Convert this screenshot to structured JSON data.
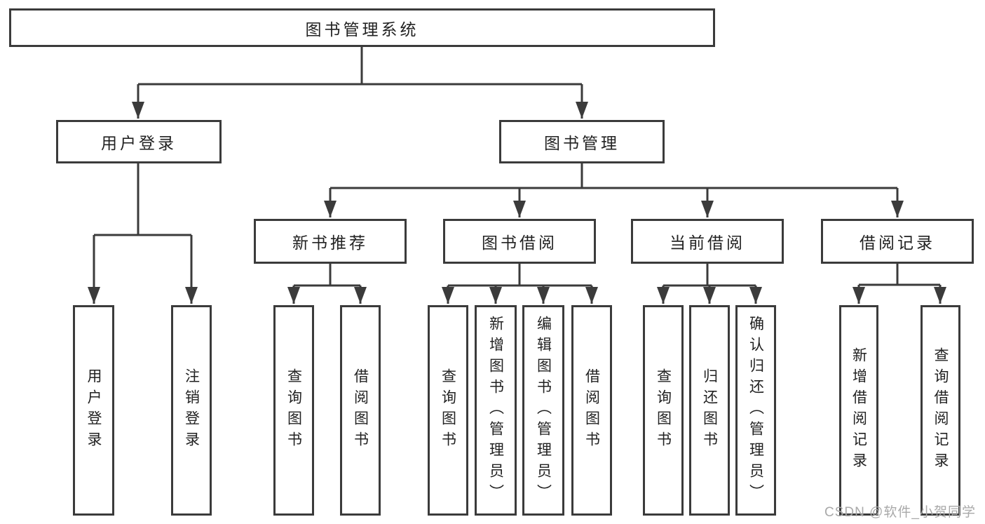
{
  "colors": {
    "line": "#3b3b3b",
    "box_border": "#3b3b3b",
    "text": "#222222",
    "watermark": "#a9a9a9",
    "background": "#ffffff"
  },
  "nodes": {
    "root": "图书管理系统",
    "user_login": "用户登录",
    "book_mgmt": "图书管理",
    "new_book_rec": "新书推荐",
    "book_borrow": "图书借阅",
    "current_borrow": "当前借阅",
    "borrow_record": "借阅记录"
  },
  "leaves": {
    "user_login": [
      "用户登录",
      "注销登录"
    ],
    "new_book_rec": [
      "查询图书",
      "借阅图书"
    ],
    "book_borrow": [
      "查询图书",
      "新增图书（管理员）",
      "编辑图书（管理员）",
      "借阅图书"
    ],
    "current_borrow": [
      "查询图书",
      "归还图书",
      "确认归还（管理员）"
    ],
    "borrow_record": [
      "新增借阅记录",
      "查询借阅记录"
    ]
  },
  "watermark": "CSDN @软件_小贺同学"
}
